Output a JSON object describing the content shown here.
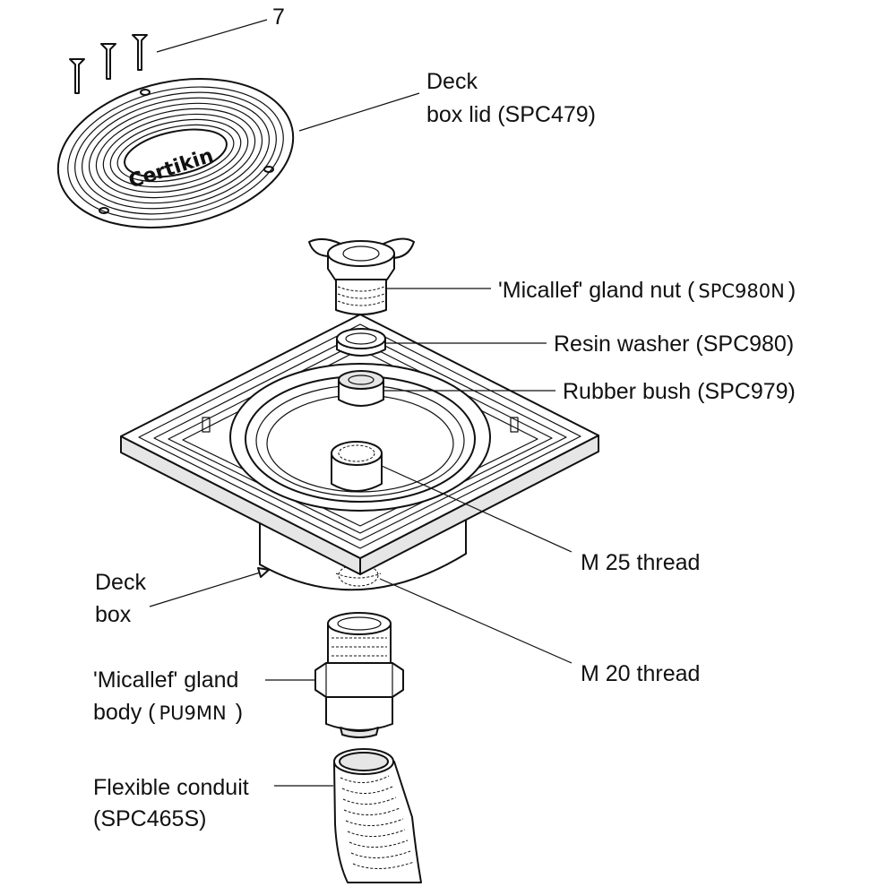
{
  "logo": "Certikin",
  "labels": {
    "screws_ref": "7",
    "lid_line1": "Deck",
    "lid_line2": "box lid (SPC479)",
    "gland_nut_text": "'Micallef' gland nut (",
    "gland_nut_code": "SPC980N",
    "gland_nut_close": ")",
    "resin_washer": "Resin washer (SPC980)",
    "rubber_bush": "Rubber bush (SPC979)",
    "m25": "M 25 thread",
    "deck_box_line1": "Deck",
    "deck_box_line2": "box",
    "m20": "M 20 thread",
    "gland_body_line1": "'Micallef' gland",
    "gland_body_line2_text": "body (",
    "gland_body_code": "PU9MN",
    "gland_body_close": ")",
    "conduit_line1": "Flexible conduit",
    "conduit_line2": "(SPC465S)"
  }
}
